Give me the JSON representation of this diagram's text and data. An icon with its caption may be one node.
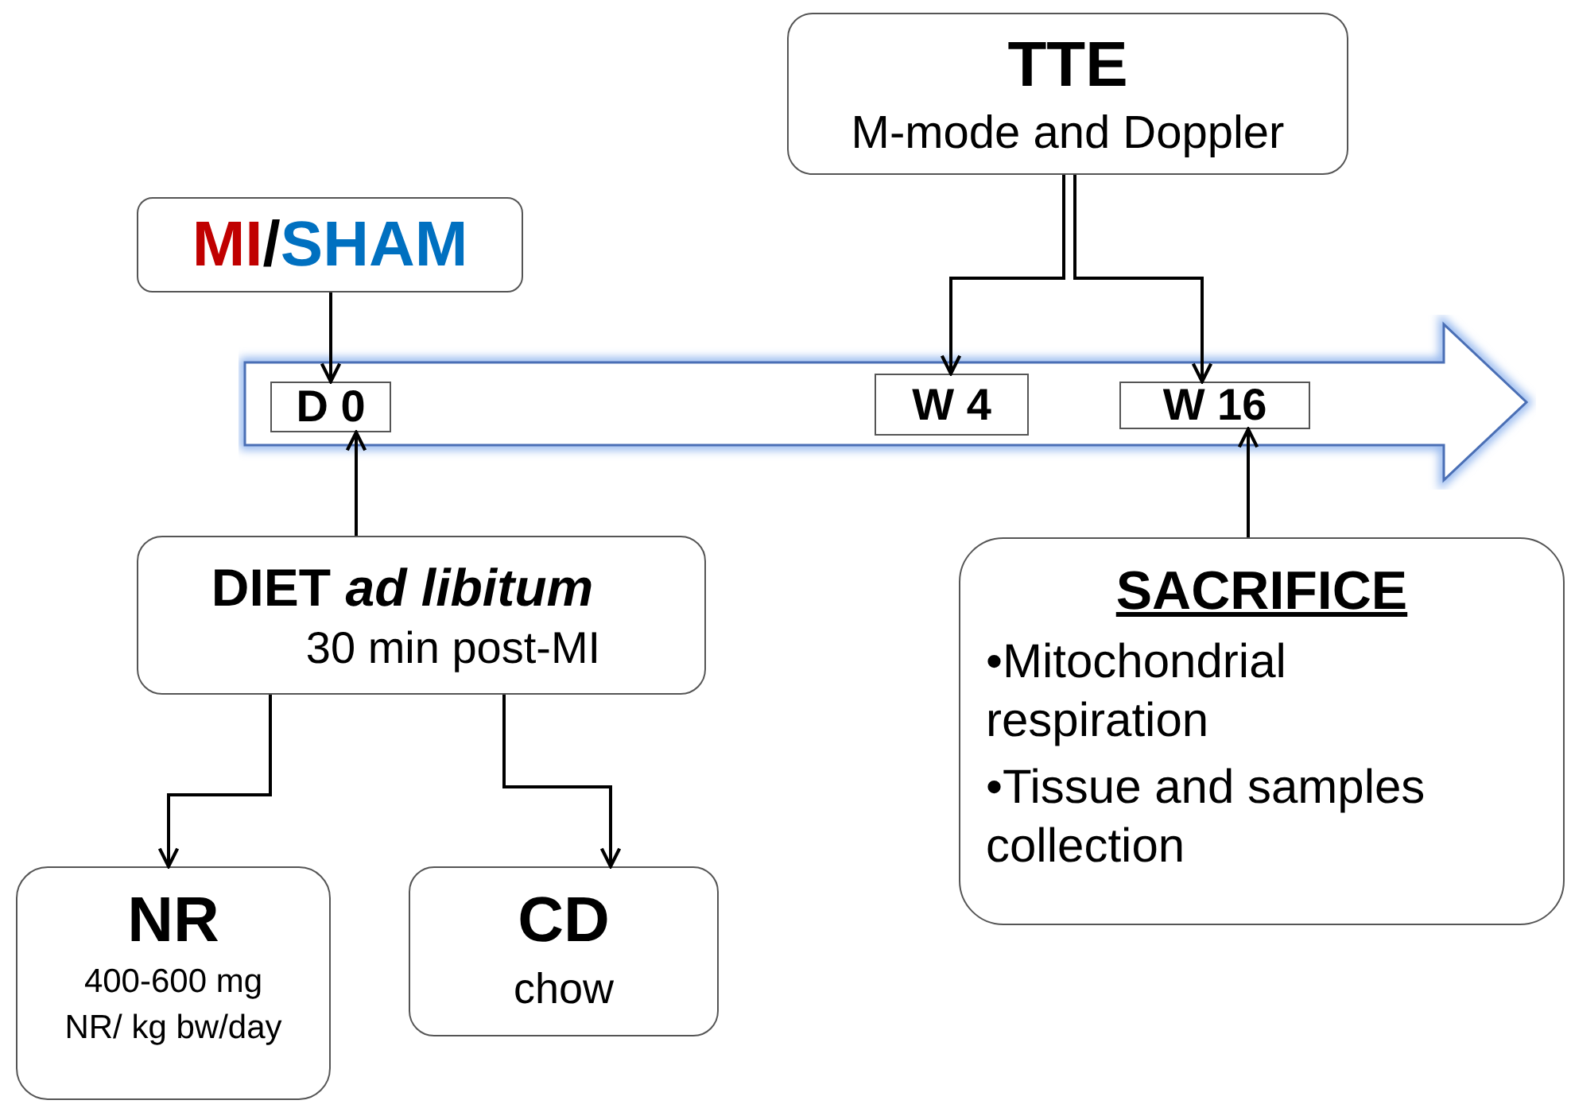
{
  "diagram": {
    "nodes": [
      {
        "text": [
          "TTE",
          "M-mode and Doppler"
        ]
      },
      {
        "text": [
          "MI",
          "/",
          "SHAM"
        ]
      },
      {
        "text": [],
        "shape": "arrow"
      },
      {
        "text": [
          "D 0"
        ],
        "in": 2
      },
      {
        "text": [
          "W 4"
        ],
        "in": 2
      },
      {
        "text": [
          "W 16"
        ],
        "in": 2
      },
      {
        "text": [
          "DIET *ad libitum*",
          "30 min post-MI"
        ]
      },
      {
        "text": [
          "SACRIFICE",
          "•Mitochondrial respiration",
          "•Tissue and samples collection"
        ]
      },
      {
        "text": [
          "NR",
          "400-600 mg NR/ kg bw/day"
        ]
      },
      {
        "text": [
          "CD",
          "chow"
        ]
      }
    ],
    "edges": [
      {
        "from": 0,
        "to": 4,
        "arrow": "to"
      },
      {
        "from": 0,
        "to": 5,
        "arrow": "to"
      },
      {
        "from": 1,
        "to": 3,
        "arrow": "to"
      },
      {
        "from": 6,
        "to": 3,
        "arrow": "to"
      },
      {
        "from": 7,
        "to": 5,
        "arrow": "to"
      },
      {
        "from": 6,
        "to": 8,
        "arrow": "to"
      },
      {
        "from": 6,
        "to": 9,
        "arrow": "to"
      }
    ]
  }
}
